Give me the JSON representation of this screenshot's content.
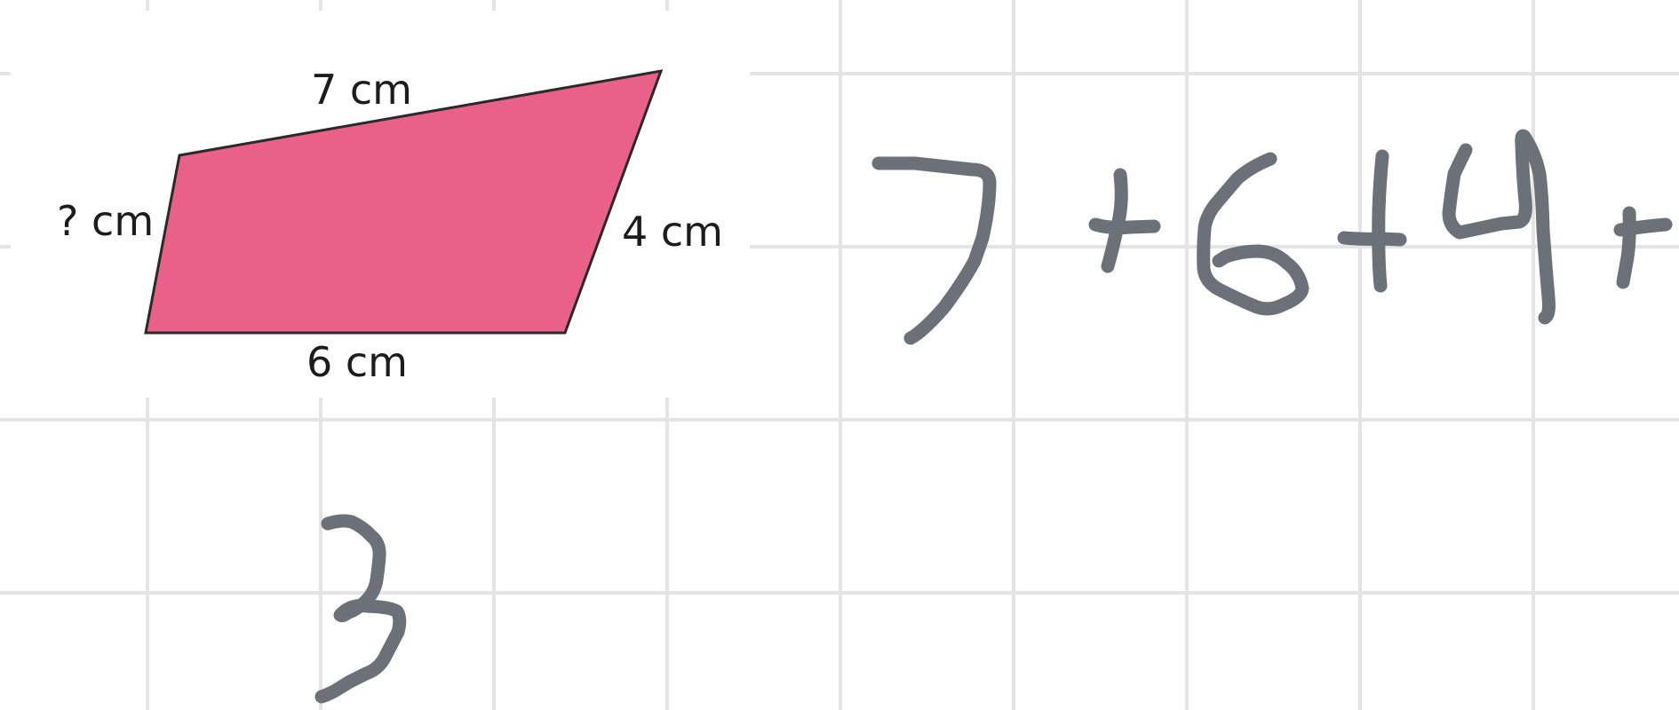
{
  "figure": {
    "shape": "quadrilateral",
    "fill_color": "#e96189",
    "stroke_color": "#2a2a2a",
    "labels": {
      "top": "7 cm",
      "left": "? cm",
      "right": "4 cm",
      "bottom": "6 cm"
    }
  },
  "grid": {
    "line_color": "#e4e4e4",
    "background": "#ffffff"
  },
  "handwriting": {
    "ink_color": "#6b7177",
    "expression": [
      "7",
      "+",
      "6",
      "+",
      "4",
      "+"
    ],
    "answer": "3"
  }
}
